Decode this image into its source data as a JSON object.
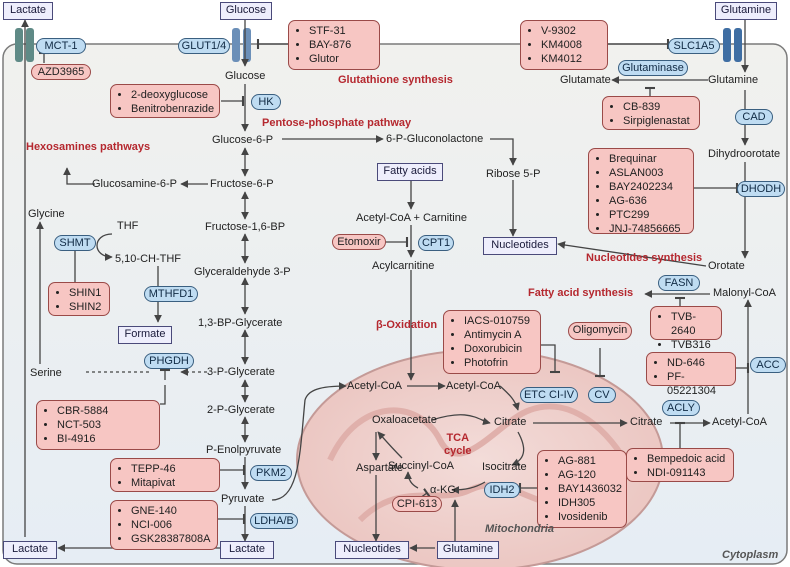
{
  "cell": {
    "cytoplasm_label": "Cytoplasm",
    "mitochondria_label": "Mitochondria",
    "tca_label": "TCA\ncycle"
  },
  "transport_boxes": {
    "lactate_top": "Lactate",
    "glucose_top": "Glucose",
    "glutamine_top": "Glutamine",
    "lactate_bottom": "Lactate",
    "formate": "Formate",
    "fatty_acids": "Fatty acids",
    "nucleotides_mid": "Nucleotides",
    "nucleotides_bottom": "Nucleotides",
    "glutamine_bottom": "Glutamine"
  },
  "enzymes": {
    "mct1": "MCT-1",
    "glut": "GLUT1/4",
    "slc1a5": "SLC1A5",
    "glutaminase": "Glutaminase",
    "hk": "HK",
    "cad": "CAD",
    "dhodh": "DHODH",
    "cpt1": "CPT1",
    "shmt": "SHMT",
    "mthfd1": "MTHFD1",
    "fasn": "FASN",
    "phgdh": "PHGDH",
    "acc": "ACC",
    "etc": "ETC CI-IV",
    "cv": "CV",
    "acly": "ACLY",
    "pkm2": "PKM2",
    "idh2": "IDH2",
    "ldha": "LDHA/B"
  },
  "inhibitors": {
    "azd3965": "AZD3965",
    "glut_inh": [
      "STF-31",
      "BAY-876",
      "Glutor"
    ],
    "slc_inh": [
      "V-9302",
      "KM4008",
      "KM4012"
    ],
    "hk_inh": [
      "2-deoxyglucose",
      "Benitrobenrazide"
    ],
    "gls_inh": [
      "CB-839",
      "Sirpiglenastat"
    ],
    "dhodh_inh": [
      "Brequinar",
      "ASLAN003",
      "BAY2402234",
      "AG-636",
      "PTC299",
      "JNJ-74856665"
    ],
    "etomoxir": "Etomoxir",
    "shmt_inh": [
      "SHIN1",
      "SHIN2"
    ],
    "etc_inh": [
      "IACS-010759",
      "Antimycin A",
      "Doxorubicin",
      "Photofrin"
    ],
    "oligomycin": "Oligomycin",
    "fasn_inh": [
      "TVB-2640",
      "TVB316"
    ],
    "acc_inh": [
      "ND-646",
      "PF-05221304"
    ],
    "phgdh_inh": [
      "CBR-5884",
      "NCT-503",
      "BI-4916"
    ],
    "acly_inh": [
      "Bempedoic acid",
      "NDI-091143"
    ],
    "idh2_inh": [
      "AG-881",
      "AG-120",
      "BAY1436032",
      "IDH305",
      "Ivosidenib"
    ],
    "pkm2_inh": [
      "TEPP-46",
      "Mitapivat"
    ],
    "cpi613": "CPI-613",
    "ldh_inh": [
      "GNE-140",
      "NCI-006",
      "GSK28387808A"
    ]
  },
  "pathway_titles": {
    "glutathione": "Glutathione synthesis",
    "ppp": "Pentose-phosphate pathway",
    "hexosamines": "Hexosamines pathways",
    "nucleotides": "Nucleotides synthesis",
    "fatty_acid": "Fatty acid synthesis",
    "beta_ox": "β-Oxidation"
  },
  "metabolites": {
    "glucose": "Glucose",
    "glucose6p": "Glucose-6-P",
    "gluconolactone": "6-P-Gluconolactone",
    "ribose5p": "Ribose 5-P",
    "fructose6p": "Fructose-6-P",
    "glucosamine6p": "Glucosamine-6-P",
    "fructose16bp": "Fructose-1,6-BP",
    "g3p": "Glyceraldehyde 3-P",
    "bpg": "1,3-BP-Glycerate",
    "pg3": "3-P-Glycerate",
    "pg2": "2-P-Glycerate",
    "pep": "P-Enolpyruvate",
    "pyruvate": "Pyruvate",
    "glycine": "Glycine",
    "thf": "THF",
    "ch_thf": "5,10-CH-THF",
    "serine": "Serine",
    "glutamate": "Glutamate",
    "glutamine_mid": "Glutamine",
    "dihydroorotate": "Dihydroorotate",
    "orotate": "Orotate",
    "acetylcoa_carnitine": "Acetyl-CoA + Carnitine",
    "acylcarnitine": "Acylcarnitine",
    "malonylcoa": "Malonyl-CoA",
    "acetylcoa_cyto1": "Acetyl-CoA",
    "acetylcoa_mito": "Acetyl-CoA",
    "acetylcoa_right": "Acetyl-CoA",
    "oxaloacetate": "Oxaloacetate",
    "citrate_mito": "Citrate",
    "citrate_cyto": "Citrate",
    "succinylcoa": "Succinyl-CoA",
    "isocitrate": "Isocitrate",
    "akg": "α-KG",
    "aspartate": "Aspartate"
  }
}
